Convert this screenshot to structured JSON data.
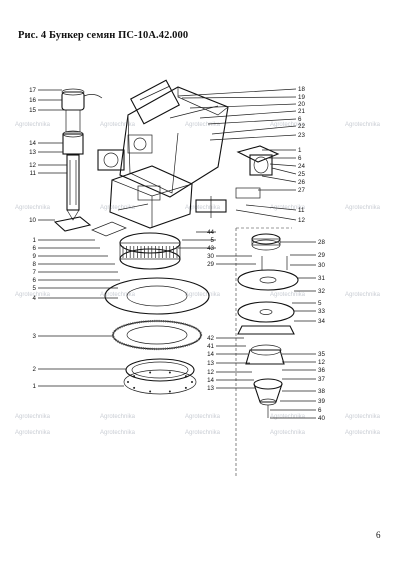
{
  "title": "Рис. 4 Бункер семян ПС-10А.42.000",
  "page_number": "6",
  "watermark_text": "Agrotechnika",
  "callouts_left": [
    "17",
    "16",
    "15",
    "14",
    "13",
    "12",
    "11",
    "10",
    "1",
    "6",
    "9",
    "8",
    "7",
    "6",
    "5",
    "4",
    "3",
    "2",
    "1"
  ],
  "callouts_right_upper": [
    "18",
    "19",
    "20",
    "21",
    "6",
    "22",
    "23",
    "1",
    "6",
    "24",
    "25",
    "26",
    "27",
    "11",
    "12"
  ],
  "callouts_center": [
    "44",
    "5",
    "43",
    "30",
    "29",
    "42",
    "41",
    "14",
    "13",
    "12",
    "14",
    "13"
  ],
  "callouts_right_lower": [
    "28",
    "29",
    "30",
    "31",
    "32",
    "5",
    "33",
    "34",
    "35",
    "12",
    "36",
    "37",
    "38",
    "39",
    "6",
    "40"
  ]
}
